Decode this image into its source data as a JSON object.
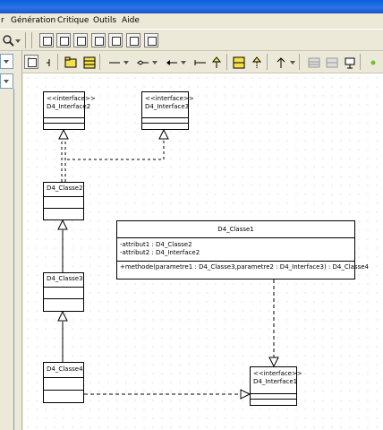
{
  "menubar": {
    "items": [
      {
        "label": "r"
      },
      {
        "label": "Génération"
      },
      {
        "label": "Critique"
      },
      {
        "label": "Outils"
      },
      {
        "label": "Aide"
      }
    ]
  },
  "icons": {
    "zoom": "magnifier-icon",
    "select": "arrow-pointer-icon",
    "text": "text-cursor-icon",
    "class": "class-icon",
    "interface": "interface-icon",
    "association": "association-icon",
    "generalization": "generalization-icon"
  },
  "diagram": {
    "classes": [
      {
        "id": "i2",
        "stereotype": "<<interface>>",
        "name": "D4_Interface2",
        "attributes": [],
        "methods": []
      },
      {
        "id": "i3",
        "stereotype": "<<interface>>",
        "name": "D4_Interface3",
        "attributes": [],
        "methods": []
      },
      {
        "id": "c2",
        "stereotype": "",
        "name": "D4_Classe2",
        "attributes": [],
        "methods": []
      },
      {
        "id": "c3",
        "stereotype": "",
        "name": "D4_Classe3",
        "attributes": [],
        "methods": []
      },
      {
        "id": "c4",
        "stereotype": "",
        "name": "D4_Classe4",
        "attributes": [],
        "methods": []
      },
      {
        "id": "c1",
        "stereotype": "",
        "name": "D4_Classe1",
        "attributes": [
          "-attribut1 : D4_Classe2",
          "-attribut2 : D4_Interface2"
        ],
        "methods": [
          "+methode(parametre1 : D4_Classe3,parametre2 : D4_Interface3) : D4_Classe4"
        ]
      },
      {
        "id": "i1",
        "stereotype": "<<interface>>",
        "name": "D4_Interface1",
        "attributes": [],
        "methods": []
      }
    ]
  },
  "colors": {
    "titlebar": "#2a74e8",
    "chrome": "#ece9d8",
    "canvas": "#ffffff",
    "toggle_icon": "#6fbf3a"
  }
}
